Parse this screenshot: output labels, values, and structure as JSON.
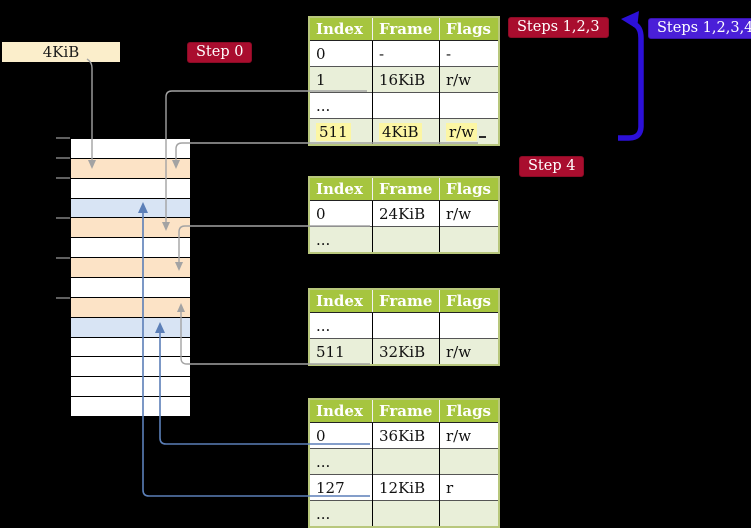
{
  "palette": {
    "background": "#000000",
    "table_header_bg": "#a6c53f",
    "table_row_shade": "#e9efd9",
    "table_border": "#b8c77c",
    "highlight_yellow": "#fcf6a4",
    "wheat_label_bg": "#fbeecb",
    "badge_red": "#a90d2e",
    "badge_blue": "#4a1fd8",
    "big_arrow_blue": "#2c10d8",
    "connector_gray": "#a3a3a3",
    "connector_blue": "#5b7fb8",
    "memory_white": "#ffffff",
    "memory_peach": "#fce3c6",
    "memory_blue": "#d8e4f4"
  },
  "labels": {
    "frame_size": "4KiB",
    "step0": "Step 0",
    "steps123": "Steps 1,2,3",
    "steps1234": "Steps 1,2,3,4",
    "step4": "Step 4"
  },
  "page_tables": [
    {
      "headers": [
        "Index",
        "Frame",
        "Flags"
      ],
      "rows": [
        {
          "cells": [
            "0",
            "-",
            "-"
          ],
          "shade": false,
          "highlight": false
        },
        {
          "cells": [
            "1",
            "16KiB",
            "r/w"
          ],
          "shade": true,
          "highlight": false
        },
        {
          "cells": [
            "...",
            "",
            ""
          ],
          "shade": false,
          "highlight": false
        },
        {
          "cells": [
            "511",
            "4KiB",
            "r/w"
          ],
          "shade": true,
          "highlight": true
        }
      ]
    },
    {
      "headers": [
        "Index",
        "Frame",
        "Flags"
      ],
      "rows": [
        {
          "cells": [
            "0",
            "24KiB",
            "r/w"
          ],
          "shade": false,
          "highlight": false
        },
        {
          "cells": [
            "...",
            "",
            ""
          ],
          "shade": true,
          "highlight": false
        }
      ]
    },
    {
      "headers": [
        "Index",
        "Frame",
        "Flags"
      ],
      "rows": [
        {
          "cells": [
            "...",
            "",
            ""
          ],
          "shade": false,
          "highlight": false
        },
        {
          "cells": [
            "511",
            "32KiB",
            "r/w"
          ],
          "shade": true,
          "highlight": false
        }
      ]
    },
    {
      "headers": [
        "Index",
        "Frame",
        "Flags"
      ],
      "rows": [
        {
          "cells": [
            "0",
            "36KiB",
            "r/w"
          ],
          "shade": false,
          "highlight": false
        },
        {
          "cells": [
            "...",
            "",
            ""
          ],
          "shade": true,
          "highlight": false
        },
        {
          "cells": [
            "127",
            "12KiB",
            "r"
          ],
          "shade": false,
          "highlight": false
        },
        {
          "cells": [
            "...",
            "",
            ""
          ],
          "shade": true,
          "highlight": false
        }
      ]
    }
  ],
  "memory_column": {
    "rows": [
      "white",
      "peach",
      "white",
      "blue",
      "peach",
      "white",
      "peach",
      "white",
      "peach",
      "blue",
      "white",
      "white",
      "white",
      "white"
    ]
  }
}
